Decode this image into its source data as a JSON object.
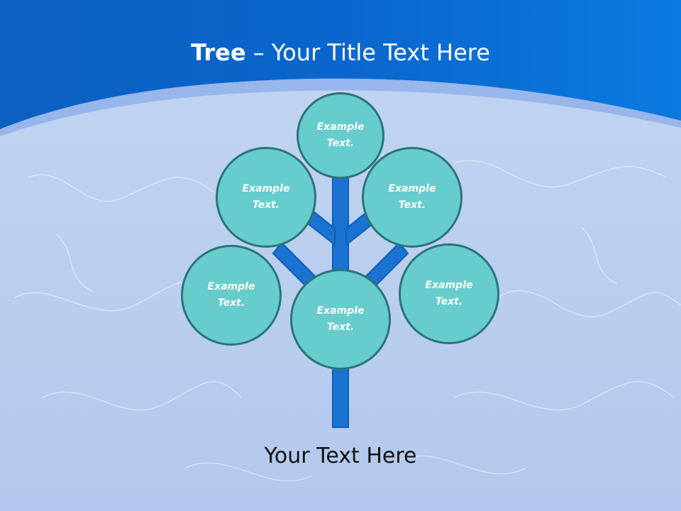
{
  "header": {
    "title_bold": "Tree",
    "title_dash": " – ",
    "title_text": "Your Title Text Here"
  },
  "tree": {
    "nodes": [
      {
        "label": "Example\nText."
      },
      {
        "label": "Example\nText."
      },
      {
        "label": "Example\nText."
      },
      {
        "label": "Example\nText."
      },
      {
        "label": "Example\nText."
      },
      {
        "label": "Example\nText."
      }
    ]
  },
  "footer": {
    "text": "Your Text Here"
  },
  "colors": {
    "header_blue": "#0a66c8",
    "background": "#b8cdee",
    "trunk": "#1a73d1",
    "node_fill": "#66cccc",
    "node_border": "#2b7478"
  }
}
